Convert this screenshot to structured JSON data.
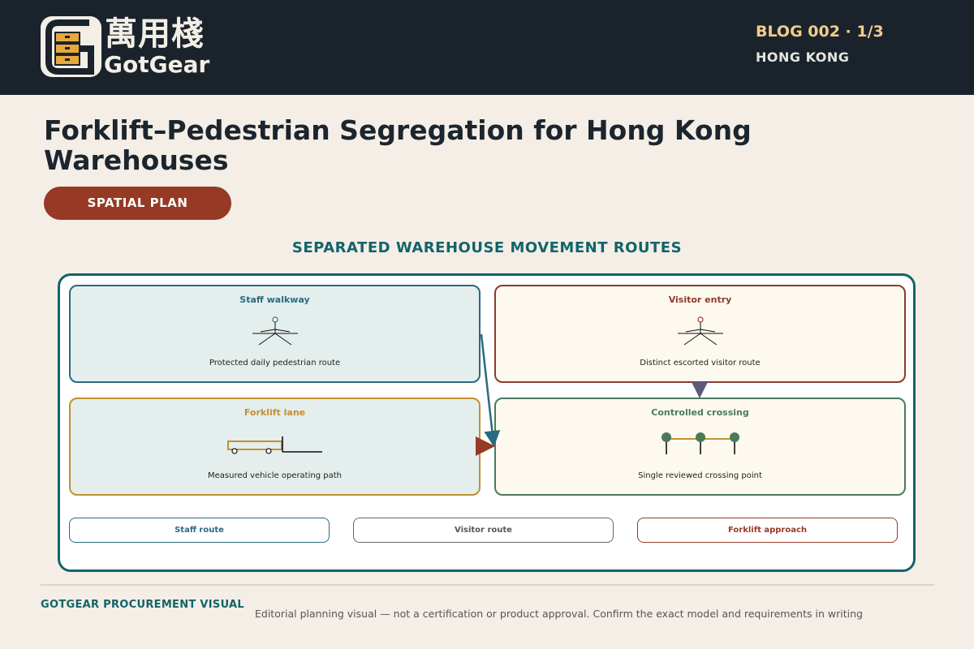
{
  "header": {
    "logo": {
      "text_cn": "萬用棧",
      "text_en": "GotGear"
    },
    "blog_id": "BLOG 002 · 1/3",
    "location": "HONG KONG"
  },
  "page": {
    "title": "Forklift–Pedestrian Segregation for Hong Kong Warehouses",
    "tag": "SPATIAL PLAN"
  },
  "diagram": {
    "title": "SEPARATED WAREHOUSE MOVEMENT ROUTES",
    "zones": [
      {
        "title": "Staff walkway",
        "desc": "Protected daily pedestrian route",
        "icon": "pedestrian-icon",
        "accent": "#2a6a80"
      },
      {
        "title": "Visitor entry",
        "desc": "Distinct escorted visitor route",
        "icon": "pedestrian-icon",
        "accent": "#8e3b2a"
      },
      {
        "title": "Forklift lane",
        "desc": "Measured vehicle operating path",
        "icon": "forklift-icon",
        "accent": "#c58f32"
      },
      {
        "title": "Controlled crossing",
        "desc": "Single reviewed crossing point",
        "icon": "barrier-posts-icon",
        "accent": "#4a7a5e"
      }
    ],
    "legend": [
      "Staff route",
      "Visitor route",
      "Forklift approach"
    ],
    "colors": {
      "staff": "#2a6a80",
      "visitor": "#5f5a7c",
      "forklift": "#963a25",
      "frame": "#126468"
    }
  },
  "footer": {
    "brand": "GOTGEAR PROCUREMENT VISUAL",
    "note": "Editorial planning visual — not a certification or product approval. Confirm the exact model and requirements in writing"
  }
}
